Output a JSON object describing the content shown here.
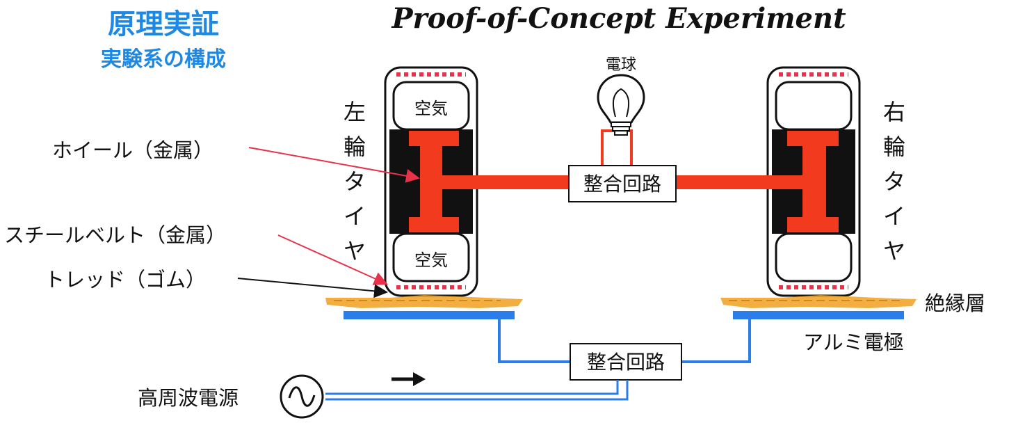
{
  "title_jp": "原理実証",
  "subtitle_jp": "実験系の構成",
  "title_en": "Proof-of-Concept Experiment",
  "labels": {
    "bulb": "電球",
    "air_top": "空気",
    "air_bottom": "空気",
    "wheel": "ホイール（金属）",
    "steel_belt": "スチールベルト（金属）",
    "tread": "トレッド（ゴム）",
    "matching_top": "整合回路",
    "matching_bottom": "整合回路",
    "insulation": "絶縁層",
    "electrode": "アルミ電極",
    "hf_source": "高周波電源"
  },
  "left_tire_chars": [
    "左",
    "輪",
    "タ",
    "イ",
    "ヤ"
  ],
  "right_tire_chars": [
    "右",
    "輪",
    "タ",
    "イ",
    "ヤ"
  ],
  "colors": {
    "title_blue": "#1e88e5",
    "wheel_red": "#f23a1f",
    "tire_black": "#111111",
    "electrode_blue": "#2b7de9",
    "insulation_orange": "#f0a020",
    "belt_red": "#e8324a"
  },
  "icons": [
    "lightbulb-icon",
    "ac-source-icon",
    "arrow-right-icon"
  ]
}
